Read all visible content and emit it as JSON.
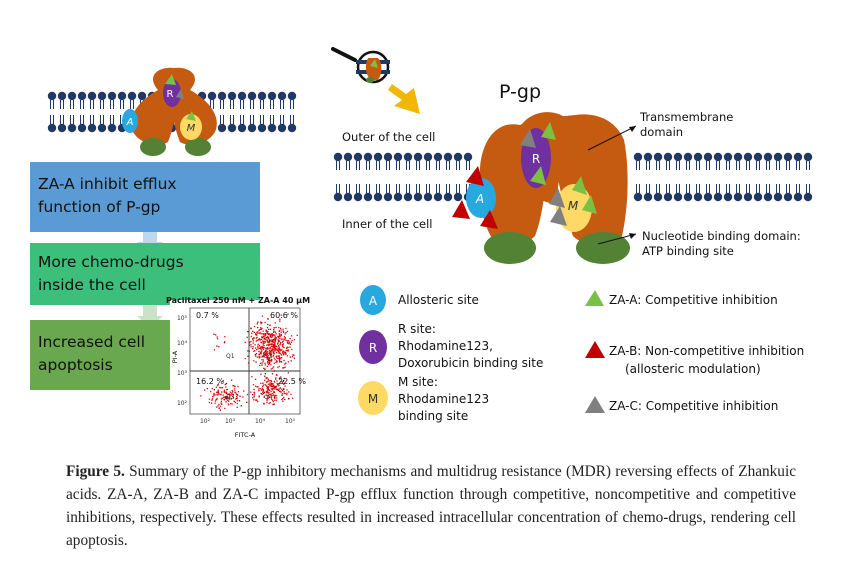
{
  "figure": {
    "steps": [
      {
        "text_lines": [
          "ZA-A inhibit efflux",
          "function of P-gp"
        ],
        "color": "#5b9bd5"
      },
      {
        "text_lines": [
          "More chemo-drugs",
          "inside the cell"
        ],
        "color": "#3dbf7c"
      },
      {
        "text_lines": [
          "Increased cell",
          "apoptosis"
        ],
        "color": "#6aa84f"
      }
    ],
    "small_protein": {
      "site_A": "A",
      "site_R": "R",
      "site_M": "M"
    },
    "flow_plot": {
      "title": "Paclitaxel 250 nM + ZA-A 40 μM",
      "q_top_left": "0.7 %",
      "q_top_right": "60.6 %",
      "q_bottom_left": "16.2 %",
      "q_bottom_right": "22.5 %",
      "q1_label": "Q1",
      "q2_label": "Q2",
      "q3_label": "Q3",
      "q4_label": "Q4",
      "y_axis_label": "PI-A",
      "x_axis_label": "FITC-A",
      "x_ticks": [
        "10²",
        "10³",
        "10⁴",
        "10⁵"
      ],
      "y_ticks": [
        "10⁵",
        "10⁴",
        "10³",
        "10²"
      ]
    },
    "pgp_title": "P-gp",
    "outer_label": "Outer of the cell",
    "inner_label": "Inner of the cell",
    "transmembrane_label": [
      "Transmembrane",
      "domain"
    ],
    "nbd_label": [
      "Nucleotide binding domain:",
      "ATP binding site"
    ],
    "big_protein": {
      "site_A": "A",
      "site_R": "R",
      "site_M": "M"
    },
    "legend_sites": [
      {
        "symbol": "A",
        "color": "#29a8e0",
        "lines": [
          "Allosteric site"
        ]
      },
      {
        "symbol": "R",
        "color": "#7030a0",
        "lines": [
          "R site:",
          "Rhodamine123,",
          "Doxorubicin binding site"
        ]
      },
      {
        "symbol": "M",
        "color": "#ffd966",
        "lines": [
          "M site:",
          "Rhodamine123",
          "binding site"
        ]
      }
    ],
    "legend_drugs": [
      {
        "color": "#7ac143",
        "lines": [
          "ZA-A: Competitive inhibition"
        ]
      },
      {
        "color": "#c00000",
        "lines": [
          "ZA-B: Non-competitive inhibition",
          "(allosteric modulation)"
        ]
      },
      {
        "color": "#808080",
        "lines": [
          "ZA-C: Competitive inhibition"
        ]
      }
    ]
  },
  "caption": {
    "label": "Figure 5.",
    "text": "Summary of the P-gp inhibitory mechanisms and multidrug resistance (MDR) reversing effects of Zhankuic acids. ZA-A, ZA-B and ZA-C impacted P-gp efflux function through competitive, noncompetitive and competitive inhibitions, respectively. These effects resulted in increased intracellular concentration of chemo-drugs, rendering cell apoptosis."
  }
}
